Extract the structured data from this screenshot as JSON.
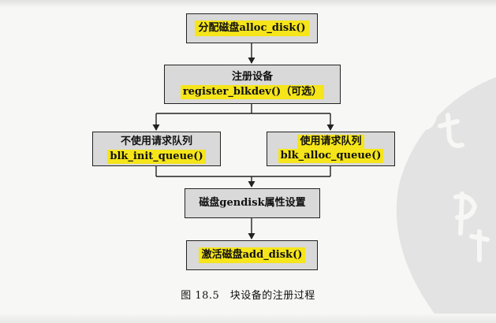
{
  "flowchart": {
    "alloc_disk": "分配磁盘alloc_disk()",
    "register": {
      "title": "注册设备",
      "call": "register_blkdev()（可选）"
    },
    "without_queue": {
      "title": "不使用请求队列",
      "call": "blk_init_queue()"
    },
    "with_queue": {
      "title": "使用请求队列",
      "call": "blk_alloc_queue()"
    },
    "gendisk": "磁盘gendisk属性设置",
    "add_disk": "激活磁盘add_disk()"
  },
  "caption": "图 18.5　块设备的注册过程",
  "colors": {
    "box_fill": "#d9d9d9",
    "highlight": "#f5e51a",
    "line": "#222222"
  }
}
